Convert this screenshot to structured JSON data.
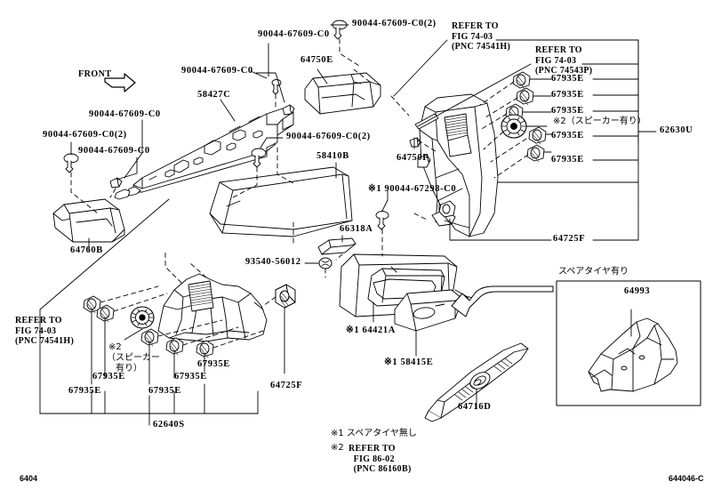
{
  "diagram": {
    "sheet_code": "6404",
    "drawing_code": "644046-C",
    "direction_marker": "FRONT"
  },
  "fasteners": {
    "clip_a": "90044-67609-C0",
    "clip_b": "90044-67609-C0",
    "clip_c": "90044-67609-C0",
    "clip_d": "90044-67609-C0(2)",
    "clip_e": "90044-67609-C0(2)",
    "clip_f": "90044-67609-C0",
    "clip_g": "90044-67609-C0(2)",
    "clip_h": "90044-67609-C0",
    "clip_i": "90044-67609-C0(2)",
    "clip_j": "※1 90044-67298-C0",
    "grommet": "93540-56012"
  },
  "parts": {
    "deck_board_trim": "58427C",
    "package_tray": "64750E",
    "deck_floor_board": "58410B",
    "side_trim_left": "64760B",
    "hook": "66318A",
    "clip_retainer": "64750F",
    "quarter_trim_rh": "62630U",
    "quarter_trim_lh": "62640S",
    "trim_clip": "67935E",
    "deck_side_trim_rh": "64725F",
    "deck_side_trim_lh": "64725F",
    "floor_box": "※1 64421A",
    "floor_box_lid": "※1 58415E",
    "scuff_plate": "64716D",
    "spare_tire_tray": "64993"
  },
  "clip_labels": {
    "right_column": [
      "67935E",
      "67935E",
      "67935E",
      "67935E",
      "67935E"
    ],
    "left_cluster": [
      "67935E",
      "67935E",
      "67935E",
      "67935E",
      "67935E"
    ]
  },
  "refer_blocks": {
    "top_left_box": "REFER TO\nFIG 74-03\n(PNC 74541H)",
    "top_right_box": "REFER TO\nFIG 74-03\n(PNC 74543P)",
    "bottom_left_box": "REFER TO\nFIG 74-03\n(PNC 74541H)"
  },
  "annotations": {
    "speaker_right": "※2（スピーカー有り）",
    "speaker_left_line1": "※2",
    "speaker_left_line2": "（スピーカー",
    "speaker_left_line3": "有り）",
    "spare_tire_box_title": "スペアタイヤ有り"
  },
  "notes": {
    "note1": "※1 スペアタイヤ無し",
    "note2_marker": "※2",
    "note2_body": "REFER TO\n  FIG 86-02\n  (PNC 86160B)"
  },
  "colors": {
    "ink": "#000000",
    "paper": "#ffffff"
  }
}
